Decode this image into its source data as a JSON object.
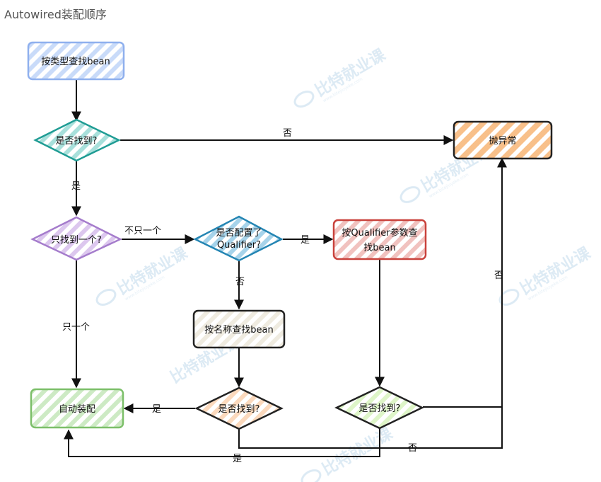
{
  "title": "Autowired装配顺序",
  "nodes": {
    "find_by_type": "按类型查找bean",
    "found_q": "是否找到?",
    "throw_exception": "抛异常",
    "only_one_q": "只找到一个?",
    "qualifier_q_line1": "是否配置了",
    "qualifier_q_line2": "Qualifier?",
    "find_by_qualifier_line1": "按Qualifier参数查",
    "find_by_qualifier_line2": "找bean",
    "find_by_name": "按名称查找bean",
    "autowire": "自动装配",
    "found_by_name_q": "是否找到?",
    "found_by_qualifier_q": "是否找到?"
  },
  "edges": {
    "no_top": "否",
    "yes_left": "是",
    "not_only_one": "不只一个",
    "yes_qualifier": "是",
    "no_qualifier": "否",
    "only_one": "只一个",
    "yes_name": "是",
    "no_right": "否",
    "no_bottom": "否",
    "yes_bottom": "是"
  },
  "watermark": {
    "text": "比特就业课",
    "sub": "www.bitejiuyeke.com"
  },
  "colors": {
    "blue": "#a9c4f5",
    "teal": "#22a8a0",
    "orange": "#f6b47a",
    "purple": "#b38ad6",
    "sky": "#2c8fbd",
    "red": "#cf4b45",
    "beige": "#e8e2d0",
    "green": "#8cc97a",
    "peach": "#f9c79c",
    "lime": "#bde89a"
  }
}
